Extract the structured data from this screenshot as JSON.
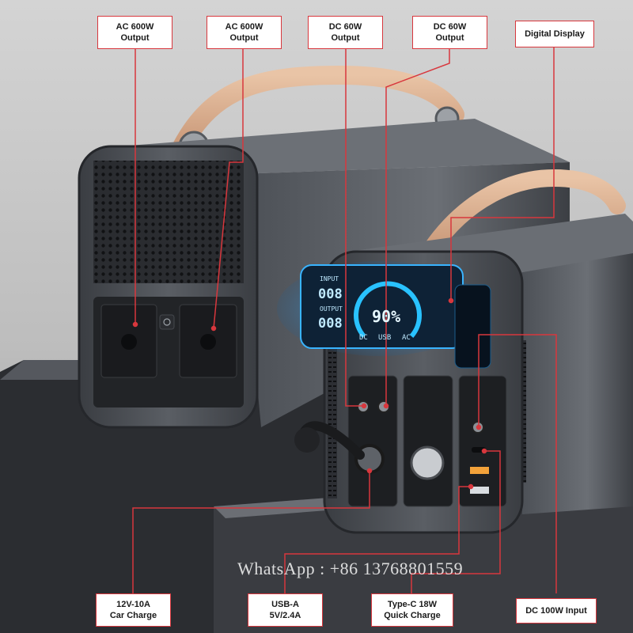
{
  "callouts": {
    "ac_output_1": {
      "line1": "AC 600W",
      "line2": "Output"
    },
    "ac_output_2": {
      "line1": "AC 600W",
      "line2": "Output"
    },
    "dc_output_1": {
      "line1": "DC 60W",
      "line2": "Output"
    },
    "dc_output_2": {
      "line1": "DC 60W",
      "line2": "Output"
    },
    "digital_display": {
      "line1": "Digital Display"
    },
    "car_charge": {
      "line1": "12V-10A",
      "line2": "Car Charge"
    },
    "usb_a": {
      "line1": "USB-A",
      "line2": "5V/2.4A"
    },
    "type_c": {
      "line1": "Type-C 18W",
      "line2": "Quick Charge"
    },
    "dc_input": {
      "line1": "DC 100W Input"
    }
  },
  "lcd": {
    "input_label": "INPUT",
    "input_value": "008",
    "output_label": "OUTPUT",
    "output_value": "008",
    "battery_percent": "90%",
    "dc_label": "DC",
    "usb_label": "USB",
    "ac_label": "AC"
  },
  "watermark": "WhatsApp : +86 13768801559",
  "colors": {
    "callout_border": "#d8373d",
    "leader_line": "#d8373d",
    "lcd_glow": "#1fa8ff"
  }
}
